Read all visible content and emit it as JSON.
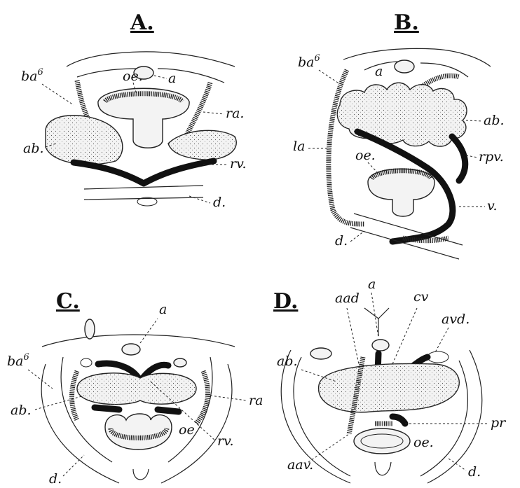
{
  "panels": {
    "A": {
      "title": "A.",
      "labels": {
        "ba6": "ba",
        "ba6_sup": "6",
        "oe": "oe.",
        "a": "a",
        "ra": "ra.",
        "ab": "ab.",
        "rv": "rv.",
        "d": "d."
      }
    },
    "B": {
      "title": "B.",
      "labels": {
        "ba6": "ba",
        "ba6_sup": "6",
        "a": "a",
        "ab": "ab.",
        "la": "la",
        "oe": "oe.",
        "rpv": "rpv.",
        "v": "v.",
        "d": "d."
      }
    },
    "C": {
      "title": "C.",
      "labels": {
        "a": "a",
        "ba6": "ba",
        "ba6_sup": "6",
        "ab": "ab.",
        "ra": "ra",
        "oe": "oe",
        "rv": "rv.",
        "d": "d."
      }
    },
    "D": {
      "title": "D.",
      "labels": {
        "aad": "aad",
        "a": "a",
        "cv": "cv",
        "avd": "avd.",
        "ab": "ab.",
        "pr": "pr",
        "oe": "oe.",
        "aav": "aav.",
        "d": "d."
      }
    }
  }
}
